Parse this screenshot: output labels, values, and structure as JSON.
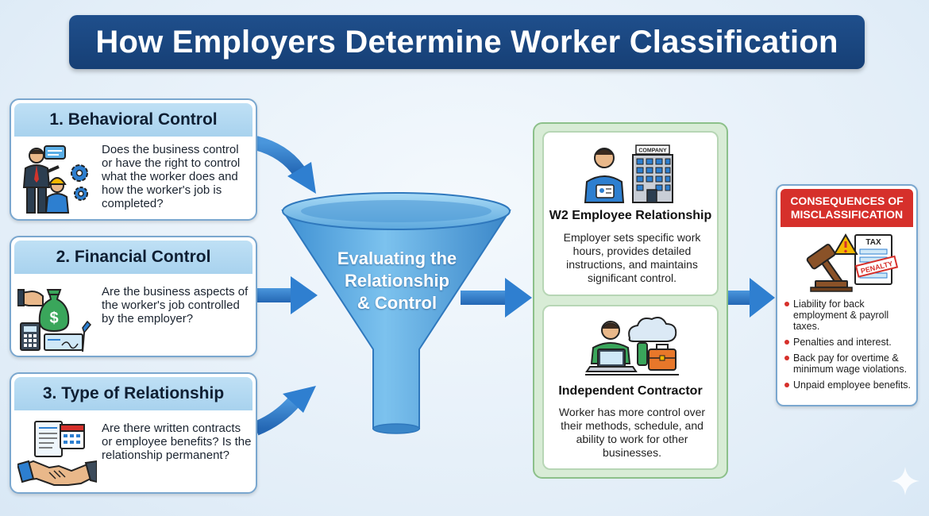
{
  "title": "How Employers Determine Worker Classification",
  "factors": [
    {
      "heading": "1. Behavioral Control",
      "text": "Does the business control or have the right to control what the worker does and how the worker's job is completed?",
      "icon": "people-gears-icon"
    },
    {
      "heading": "2. Financial Control",
      "text": "Are the business aspects of the worker's job controlled by the employer?",
      "icon": "money-calculator-icon"
    },
    {
      "heading": "3. Type of Relationship",
      "text": "Are there written contracts or employee benefits? Is the relationship permanent?",
      "icon": "contract-handshake-icon"
    }
  ],
  "funnel": {
    "line1": "Evaluating the",
    "line2": "Relationship",
    "line3": "& Control"
  },
  "outcomes": [
    {
      "title": "W2 Employee Relationship",
      "text": "Employer sets specific work hours, provides detailed instructions, and maintains significant control.",
      "icon": "employee-company-icon",
      "building_label": "COMPANY"
    },
    {
      "title": "Independent Contractor",
      "text": "Worker has more control over their methods, schedule, and ability to work for other businesses.",
      "icon": "contractor-laptop-icon"
    }
  ],
  "consequences": {
    "heading_line1": "CONSEQUENCES OF",
    "heading_line2": "MISCLASSIFICATION",
    "icon": "gavel-tax-penalty-icon",
    "tax_label": "TAX",
    "penalty_label": "PENALTY",
    "items": [
      "Liability for back employment & payroll taxes.",
      "Penalties and interest.",
      "Back pay for overtime & minimum wage violations.",
      "Unpaid employee benefits."
    ]
  },
  "colors": {
    "title_bg": "#1f4f8c",
    "card_head": "#a8d2ee",
    "arrow": "#2f7fd0",
    "funnel": "#5aaee6",
    "outcome_panel": "#d8ecd6",
    "consequence_head": "#d6302b"
  }
}
